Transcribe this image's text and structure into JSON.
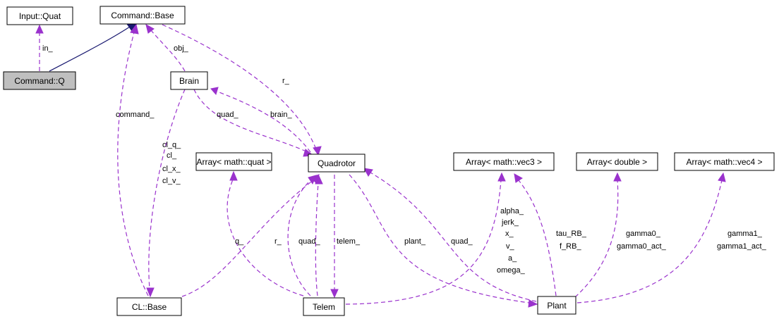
{
  "nodes": {
    "input_quat": "Input::Quat",
    "command_base": "Command::Base",
    "command_q": "Command::Q",
    "brain": "Brain",
    "quadrotor": "Quadrotor",
    "array_quat": "Array< math::quat >",
    "array_vec3": "Array< math::vec3 >",
    "array_double": "Array< double >",
    "array_vec4": "Array< math::vec4 >",
    "cl_base": "CL::Base",
    "telem": "Telem",
    "plant": "Plant"
  },
  "edge_labels": {
    "in": "in_",
    "obj": "obj_",
    "r_top": "r_",
    "command": "command_",
    "quad_brain": "quad_",
    "brain": "brain_",
    "cl_q": "cl_q_",
    "cl": "cl_",
    "cl_x": "cl_x_",
    "cl_v": "cl_v_",
    "q": "q_",
    "r_telem": "r_",
    "quad_telem": "quad_",
    "telem": "telem_",
    "plant": "plant_",
    "quad_plant": "quad_",
    "alpha": "alpha_",
    "jerk": "jerk_",
    "x": "x_",
    "v": "v_",
    "a": "a_",
    "omega": "omega_",
    "tau_rb": "tau_RB_",
    "f_rb": "f_RB_",
    "gamma0": "gamma0_",
    "gamma0_act": "gamma0_act_",
    "gamma1": "gamma1_",
    "gamma1_act": "gamma1_act_"
  },
  "colors": {
    "usage_edge": "#9a32cd",
    "inheritance_edge": "#191970",
    "current_node_fill": "#bfbfbf"
  }
}
